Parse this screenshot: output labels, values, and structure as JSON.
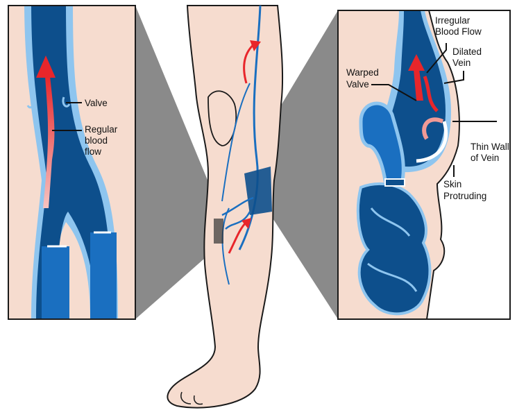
{
  "left_panel": {
    "valve_label": "Valve",
    "regular_flow_label": [
      "Regular",
      "blood",
      "flow"
    ]
  },
  "right_panel": {
    "irregular_flow_label": [
      "Irregular",
      "Blood Flow"
    ],
    "dilated_vein_label": [
      "Dilated",
      "Vein"
    ],
    "warped_valve_label": [
      "Warped",
      "Valve"
    ],
    "thin_wall_label": [
      "Thin Wall",
      "of Vein"
    ],
    "skin_protruding_label": [
      "Skin",
      "Protruding"
    ]
  },
  "colors": {
    "skin": "#f6dccf",
    "vein_dark": "#0d4f8c",
    "vein_mid": "#1a6fc0",
    "vein_light": "#8ec5ef",
    "flow_arrow": "#e8262b",
    "callout_gray": "#8a8a8a"
  }
}
